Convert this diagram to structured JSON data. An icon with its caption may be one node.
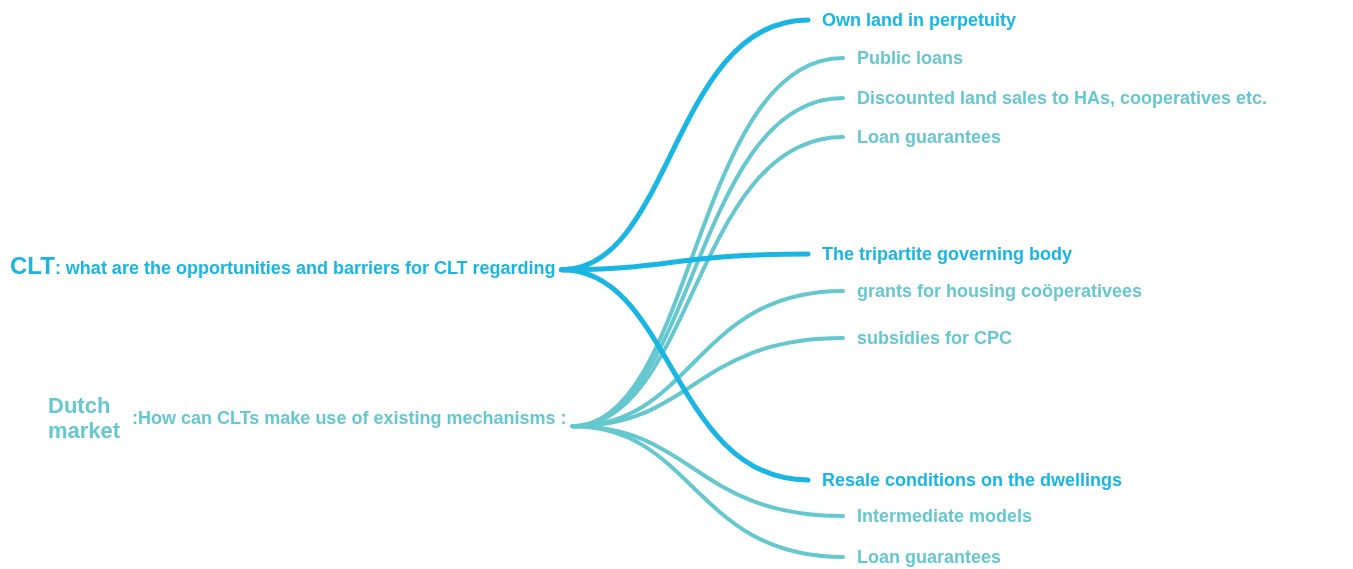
{
  "diagram": {
    "nodes": [
      {
        "text": [
          "CLT",
          ": what are the opportunities and barriers for CLT regarding"
        ]
      },
      {
        "text": [
          "Dutch market",
          ":How can CLTs make use of existing mechanisms :"
        ]
      },
      {
        "text": [
          "Own land in perpetuity"
        ]
      },
      {
        "text": [
          "Public loans"
        ]
      },
      {
        "text": [
          "Discounted land sales to HAs, cooperatives etc."
        ]
      },
      {
        "text": [
          "Loan guarantees"
        ]
      },
      {
        "text": [
          "The tripartite governing body"
        ]
      },
      {
        "text": [
          "grants for housing coöperativees"
        ]
      },
      {
        "text": [
          "subsidies for CPC"
        ]
      },
      {
        "text": [
          "Resale conditions on the dwellings"
        ]
      },
      {
        "text": [
          "Intermediate models"
        ]
      },
      {
        "text": [
          "Loan guarantees"
        ]
      }
    ],
    "edges": [
      {
        "from": 0,
        "to": 2,
        "arrow": "none",
        "color": "#19b6e3"
      },
      {
        "from": 1,
        "to": 3,
        "arrow": "none"
      },
      {
        "from": 1,
        "to": 4,
        "arrow": "none"
      },
      {
        "from": 1,
        "to": 5,
        "arrow": "none"
      },
      {
        "from": 0,
        "to": 6,
        "arrow": "none",
        "color": "#19b6e3"
      },
      {
        "from": 1,
        "to": 7,
        "arrow": "none"
      },
      {
        "from": 1,
        "to": 8,
        "arrow": "none"
      },
      {
        "from": 0,
        "to": 9,
        "arrow": "none",
        "color": "#19b6e3"
      },
      {
        "from": 1,
        "to": 10,
        "arrow": "none"
      },
      {
        "from": 1,
        "to": 11,
        "arrow": "none"
      }
    ]
  }
}
